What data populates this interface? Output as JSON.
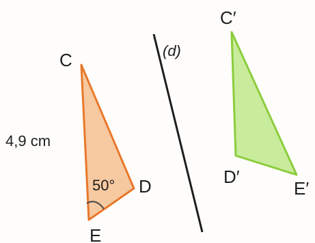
{
  "figure": {
    "line_label": "(d)",
    "original_triangle": {
      "vertices": {
        "C": "C",
        "D": "D",
        "E": "E"
      },
      "side_length_label": "4,9 cm",
      "angle_label": "50°",
      "fill": "#f6c9a1",
      "stroke": "#e8782a"
    },
    "image_triangle": {
      "vertices": {
        "C": "C′",
        "D": "D′",
        "E": "E′"
      },
      "fill": "#c9ec9c",
      "stroke": "#8ccc3d"
    },
    "line_color": "#1e1e1e",
    "angle_arc_color": "#4a4a4a"
  }
}
